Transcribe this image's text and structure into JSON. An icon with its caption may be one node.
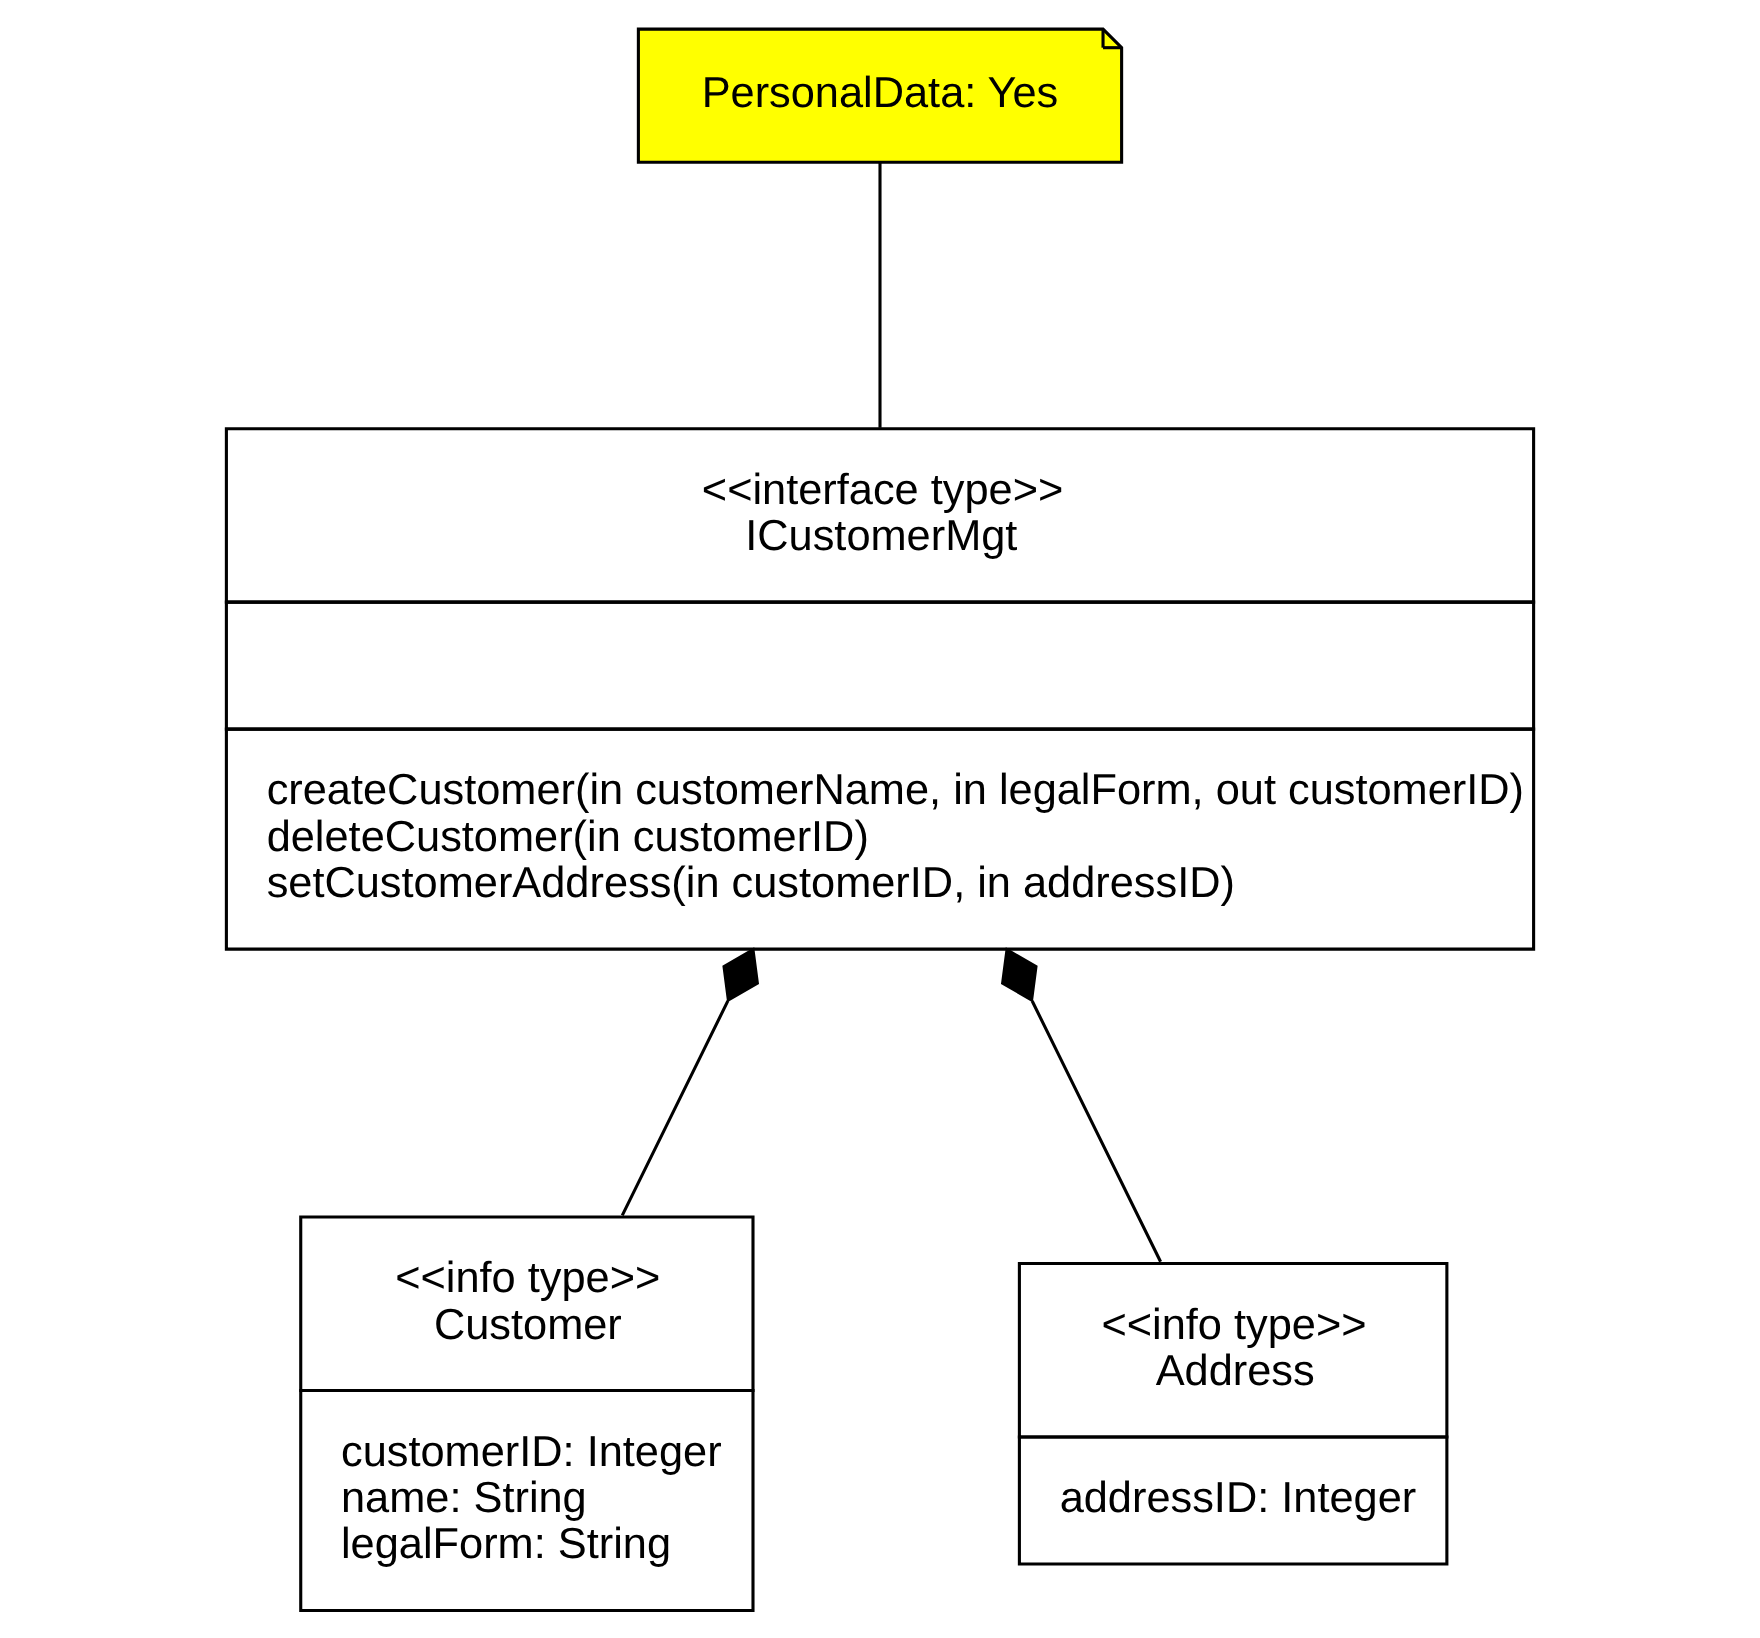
{
  "diagram": {
    "nodes": [
      {
        "text": [
          "PersonalData: Yes"
        ]
      },
      {
        "text": [
          "<<interface type>>",
          "ICustomerMgt",
          "createCustomer(in customerName, in legalForm, out customerID)",
          "deleteCustomer(in customerID)",
          "setCustomerAddress(in customerID, in addressID)"
        ]
      },
      {
        "text": [
          "<<info type>>",
          "Customer",
          "customerID: Integer",
          "name: String",
          "legalForm: String"
        ]
      },
      {
        "text": [
          "<<info type>>",
          "Address",
          "addressID: Integer"
        ]
      }
    ],
    "edges": [
      {
        "from": 0,
        "to": 1,
        "arrow": "none"
      },
      {
        "from": 1,
        "to": 2,
        "arrow": "other"
      },
      {
        "from": 1,
        "to": 3,
        "arrow": "other"
      }
    ]
  }
}
